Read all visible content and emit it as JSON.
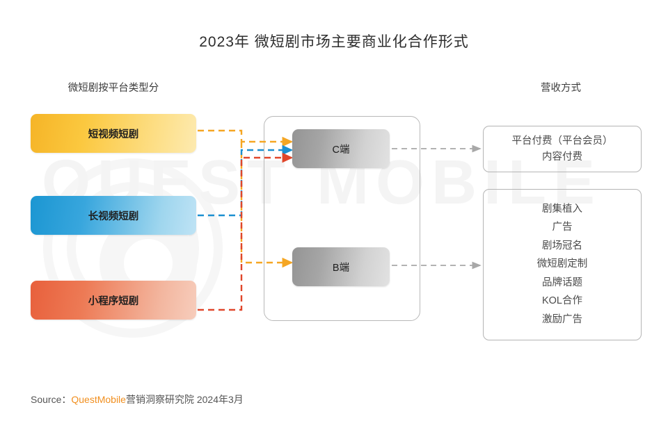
{
  "title": "2023年 微短剧市场主要商业化合作形式",
  "columns": {
    "left_header": "微短剧按平台类型分",
    "right_header": "营收方式"
  },
  "platforms": [
    {
      "label": "短视频短剧",
      "color": "#f5b427",
      "line_color": "#f5b427"
    },
    {
      "label": "长视频短剧",
      "color": "#1b96d2",
      "line_color": "#1b96d2"
    },
    {
      "label": "小程序短剧",
      "color": "#e8603c",
      "line_color": "#e8603c"
    }
  ],
  "nodes": [
    {
      "label": "C端"
    },
    {
      "label": "B端"
    }
  ],
  "revenue": {
    "top": {
      "lines": [
        "平台付费（平台会员）",
        "内容付费"
      ]
    },
    "bottom": {
      "items": [
        "剧集植入",
        "广告",
        "剧场冠名",
        "微短剧定制",
        "品牌话题",
        "KOL合作",
        "激励广告"
      ]
    }
  },
  "watermark": {
    "text": "QUEST MOBILE"
  },
  "source": {
    "prefix": "Source：",
    "brand": "QuestMobile",
    "suffix": "营销洞察研究院 2024年3月"
  },
  "colors": {
    "accent_orange": "#f18f1f",
    "yellow": "#f5b427",
    "blue": "#1b96d2",
    "red": "#e8603c",
    "gray_connector": "#a8a8a8"
  }
}
